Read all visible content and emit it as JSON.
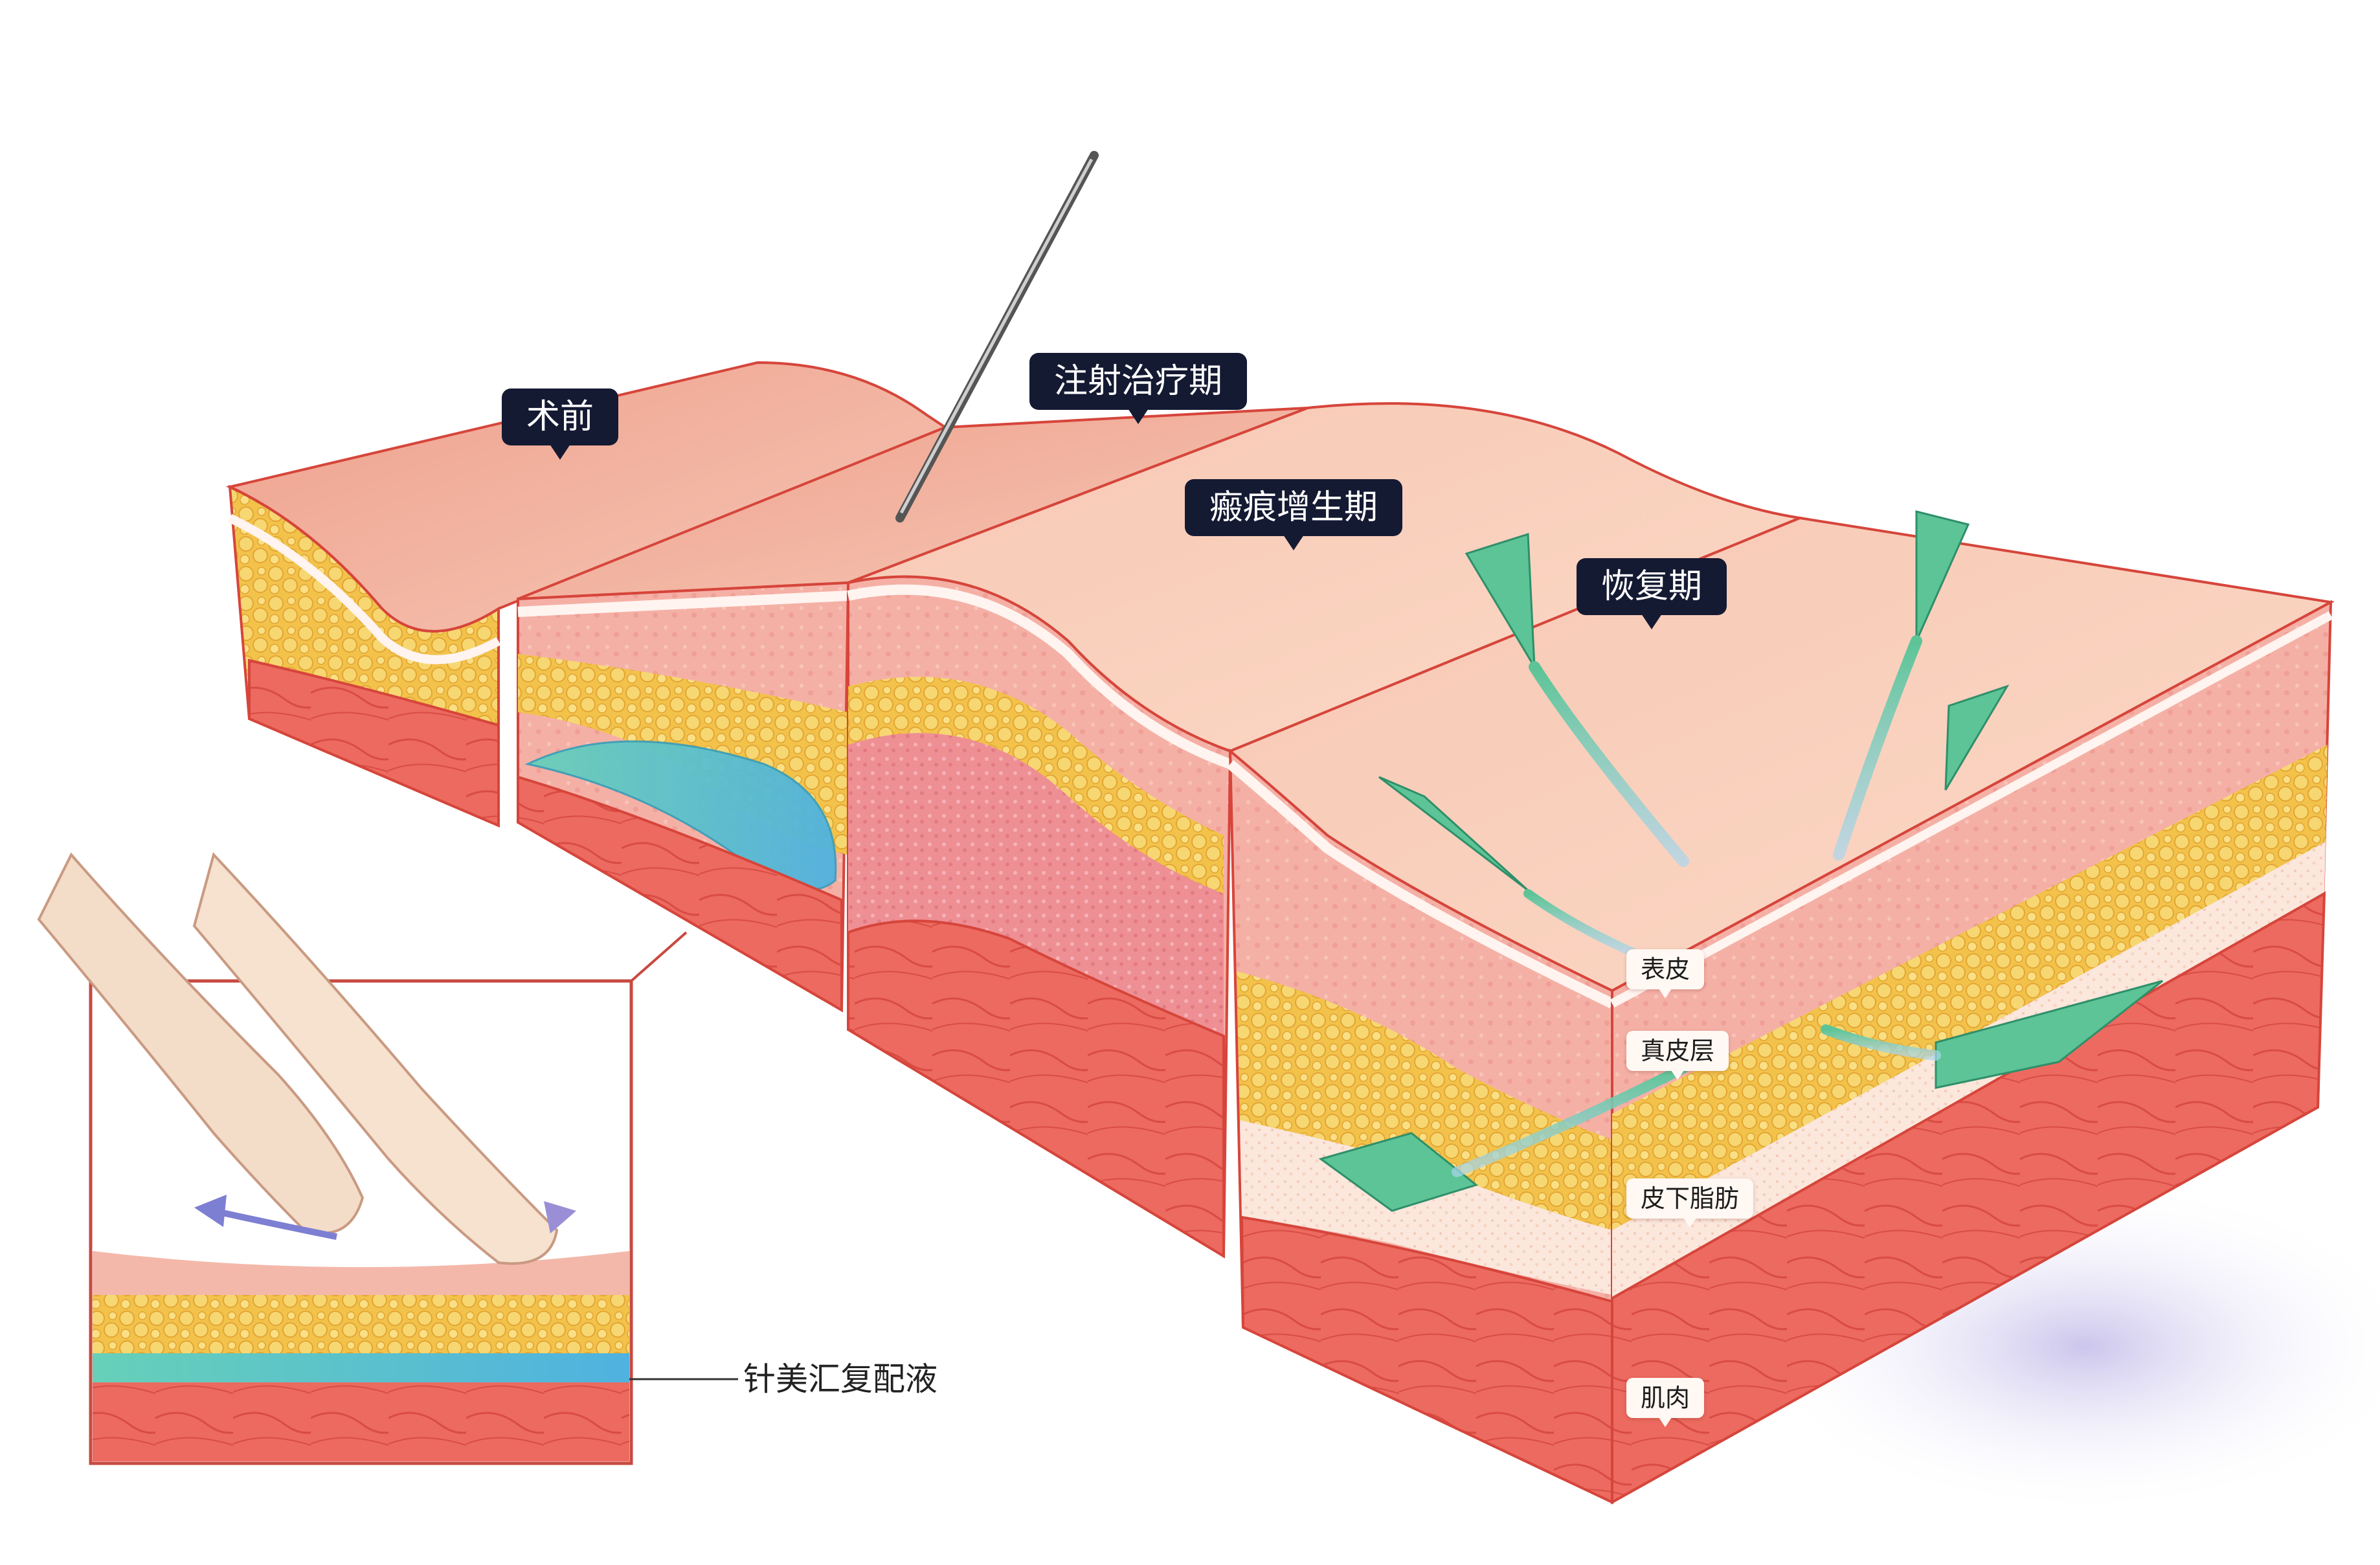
{
  "stages": {
    "pre_op": "术前",
    "injection": "注射治疗期",
    "hyperplasia": "瘢痕增生期",
    "recovery": "恢复期"
  },
  "layers": {
    "epidermis": "表皮",
    "dermis": "真皮层",
    "subcutaneous_fat": "皮下脂肪",
    "muscle": "肌肉"
  },
  "inset": {
    "solution_label": "针美汇复配液"
  },
  "colors": {
    "skin_top": "#f3b7a2",
    "dermis": "#f4a5a0",
    "fat": "#f2c64a",
    "muscle": "#e8584e",
    "outline": "#d6453b",
    "arrow_green": "#5cc496",
    "gel_blue": "#5cc7d6",
    "label_dark": "#151a33"
  }
}
